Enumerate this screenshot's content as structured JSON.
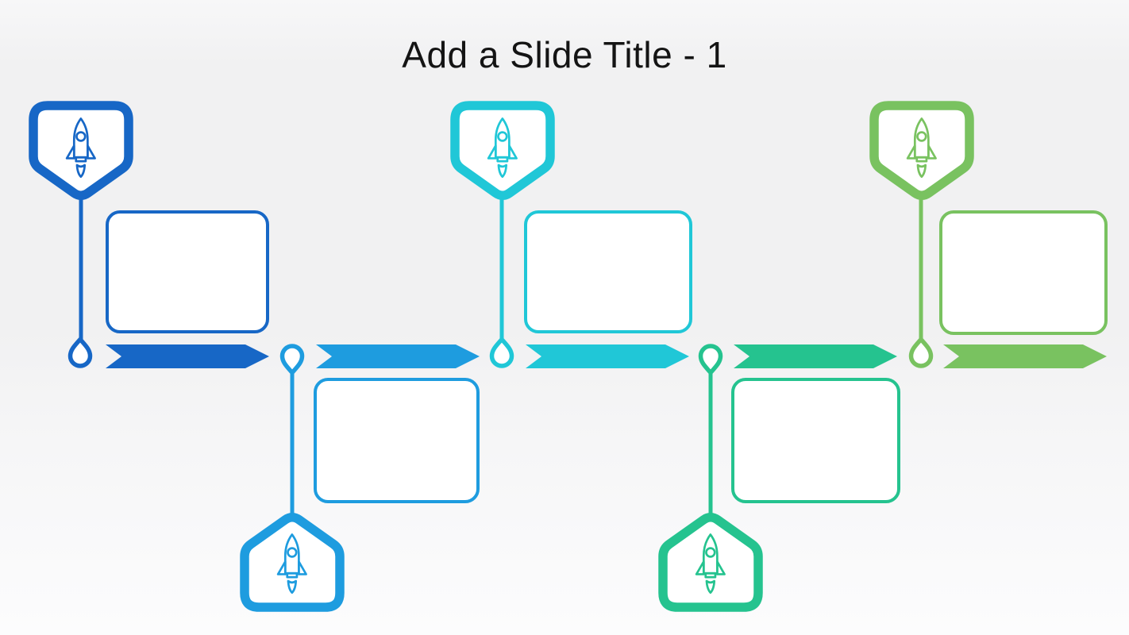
{
  "slide": {
    "title": "Add a Slide Title - 1"
  },
  "palette": {
    "step1_blue_dark": "#1767C6",
    "step2_blue": "#1E9CDF",
    "step3_cyan": "#20C7D7",
    "step4_emerald": "#25C38F",
    "step5_green": "#79C260"
  },
  "timeline": {
    "direction": "left-to-right",
    "milestones": [
      {
        "index": 1,
        "badge_position": "above",
        "icon": "rocket-icon",
        "color": "#1767C6",
        "box_text": ""
      },
      {
        "index": 2,
        "badge_position": "below",
        "icon": "rocket-icon",
        "color": "#1E9CDF",
        "box_text": ""
      },
      {
        "index": 3,
        "badge_position": "above",
        "icon": "rocket-icon",
        "color": "#20C7D7",
        "box_text": ""
      },
      {
        "index": 4,
        "badge_position": "below",
        "icon": "rocket-icon",
        "color": "#25C38F",
        "box_text": ""
      },
      {
        "index": 5,
        "badge_position": "above",
        "icon": "rocket-icon",
        "color": "#79C260",
        "box_text": ""
      }
    ]
  }
}
